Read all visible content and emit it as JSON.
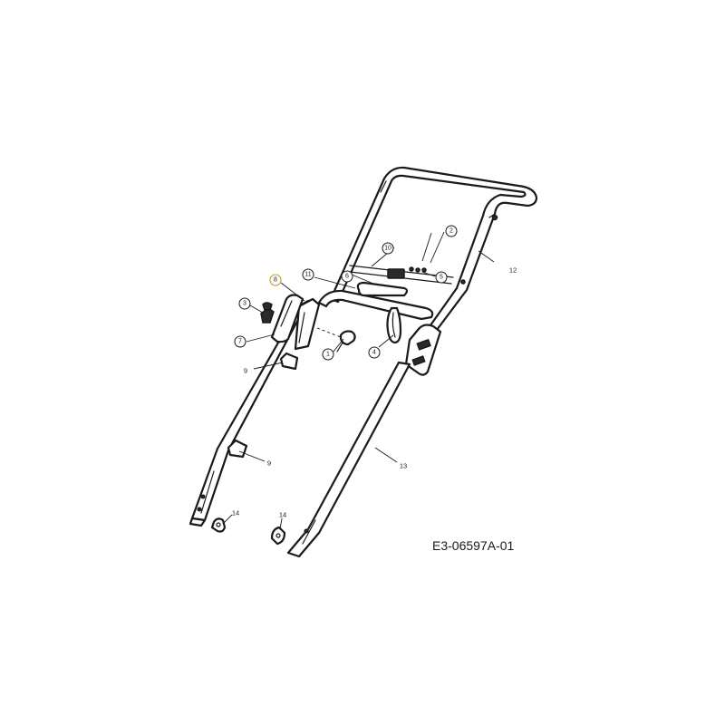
{
  "drawing_code": "E3-06597A-01",
  "callouts": {
    "c1": "1",
    "c2": "2",
    "c3": "3",
    "c4": "4",
    "c5": "5",
    "c6": "6",
    "c7": "7",
    "c8": "8",
    "c9a": "9",
    "c9b": "9",
    "c10": "10",
    "c11": "11",
    "c12": "12",
    "c13": "13",
    "c14a": "14",
    "c14b": "14"
  },
  "highlight_color": "#c9b050"
}
